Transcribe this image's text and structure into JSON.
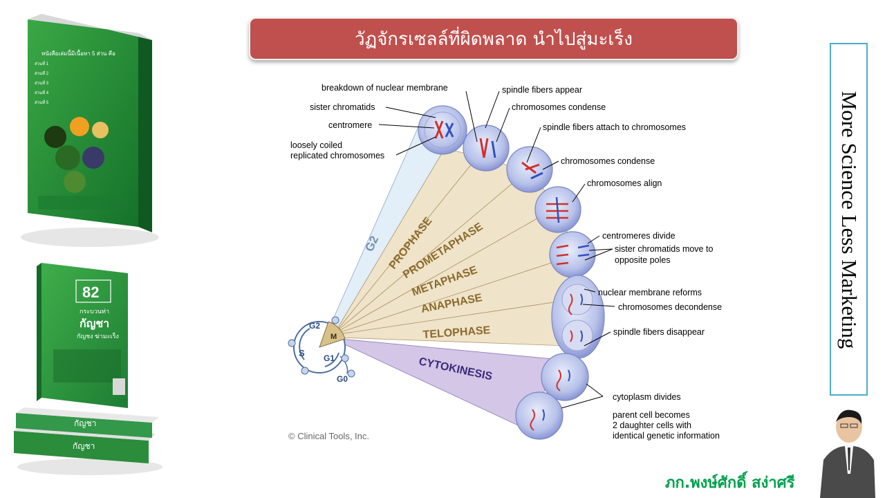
{
  "title": "วัฏจักรเซลล์ที่ผิดพลาด นำไปสู่มะเร็ง",
  "side_text": "More Science Less Marketing",
  "author": "ภก.พงษ์ศักดิ์ สง่าศรี",
  "book_top": {
    "heading": "หนังสือเล่มนี้มีเนื้อหา 5 ส่วน คือ",
    "lines": [
      "ส่วนที่ 1",
      "ส่วนที่ 2",
      "ส่วนที่ 3",
      "ส่วนที่ 4",
      "ส่วนที่ 5"
    ]
  },
  "book_bottom": {
    "number": "82",
    "sub1": "กระบวนท่า",
    "sub2": "กัญชา",
    "sub3": "กัญชง ฆ่ามะเร็ง",
    "spine": "กัญชา"
  },
  "diagram": {
    "copyright": "© Clinical Tools, Inc.",
    "phases": [
      "PROPHASE",
      "PROMETAPHASE",
      "METAPHASE",
      "ANAPHASE",
      "TELOPHASE",
      "CYTOKINESIS"
    ],
    "g2_sector": "G2",
    "cycle_labels": {
      "g2": "G2",
      "m": "M",
      "s": "S",
      "g1": "G1",
      "g0": "G0"
    },
    "labels_left": {
      "breakdown": "breakdown of nuclear membrane",
      "sister": "sister chromatids",
      "centromere": "centromere",
      "loosely1": "loosely coiled",
      "loosely2": "replicated chromosomes"
    },
    "labels_right": {
      "spindle_appear": "spindle fibers appear",
      "condense1": "chromosomes condense",
      "spindle_attach": "spindle fibers attach to chromosomes",
      "condense2": "chromosomes condense",
      "align": "chromosomes align",
      "centromeres_divide": "centromeres divide",
      "sister_move1": "sister chromatids move to",
      "sister_move2": "opposite poles",
      "membrane_reforms": "nuclear membrane reforms",
      "decondense": "chromosomes decondense",
      "spindle_disappear": "spindle fibers disappear",
      "cytoplasm_divides": "cytoplasm divides",
      "parent1": "parent cell becomes",
      "parent2": "2 daughter cells with",
      "parent3": "identical genetic information"
    }
  },
  "colors": {
    "title_bar": "#c0504d",
    "side_border": "#4bacc6",
    "author": "#00a14b",
    "phase_text": "#8b6a2c",
    "cytokinesis_text": "#3a2a7a",
    "phase_fill": "#efe3c9",
    "g2_fill": "#e2eef8",
    "cyto_fill": "#d3c6e6"
  }
}
